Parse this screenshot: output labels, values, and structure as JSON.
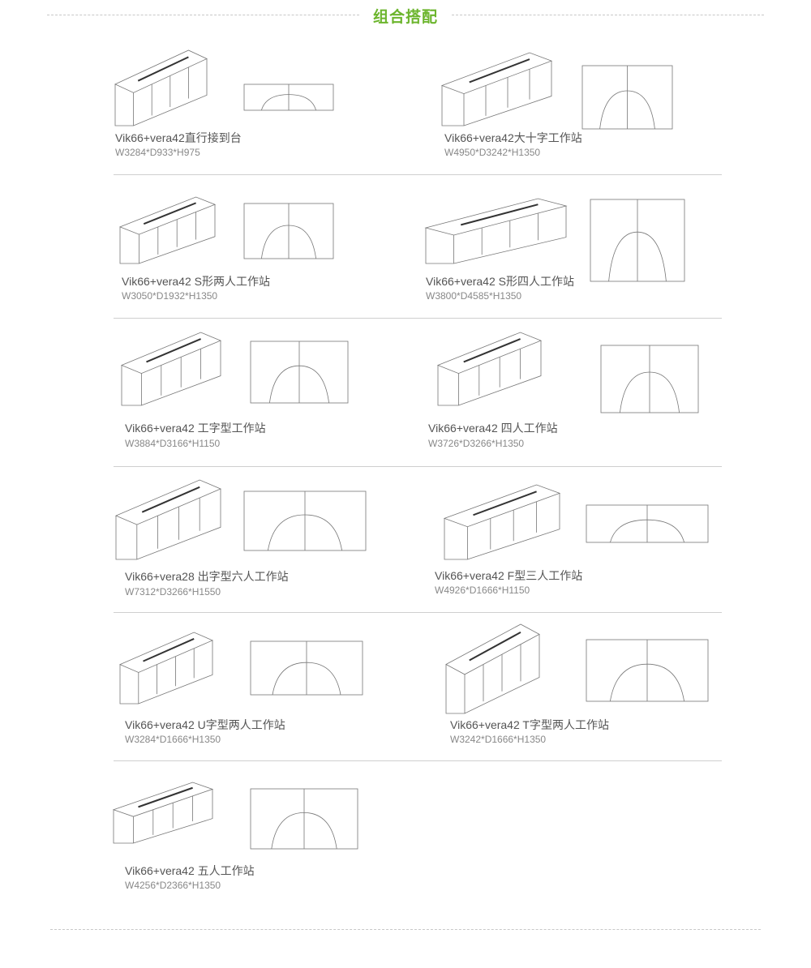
{
  "header": {
    "title": "组合搭配"
  },
  "items": [
    {
      "title": "Vik66+vera42直行接到台",
      "dims": "W3284*D933*H975"
    },
    {
      "title": "Vik66+vera42大十字工作站",
      "dims": "W4950*D3242*H1350"
    },
    {
      "title": "Vik66+vera42  S形两人工作站",
      "dims": "W3050*D1932*H1350"
    },
    {
      "title": "Vik66+vera42  S形四人工作站",
      "dims": "W3800*D4585*H1350"
    },
    {
      "title": "Vik66+vera42  工字型工作站",
      "dims": "W3884*D3166*H1150"
    },
    {
      "title": "Vik66+vera42  四人工作站",
      "dims": "W3726*D3266*H1350"
    },
    {
      "title": "Vik66+vera28  出字型六人工作站",
      "dims": "W7312*D3266*H1550"
    },
    {
      "title": "Vik66+vera42  F型三人工作站",
      "dims": "W4926*D1666*H1150"
    },
    {
      "title": "Vik66+vera42  U字型两人工作站",
      "dims": "W3284*D1666*H1350"
    },
    {
      "title": "Vik66+vera42  T字型两人工作站",
      "dims": "W3242*D1666*H1350"
    },
    {
      "title": "Vik66+vera42  五人工作站",
      "dims": "W4256*D2366*H1350"
    }
  ],
  "colors": {
    "accent": "#6cb52d",
    "title": "#555555",
    "dims": "#888888"
  }
}
